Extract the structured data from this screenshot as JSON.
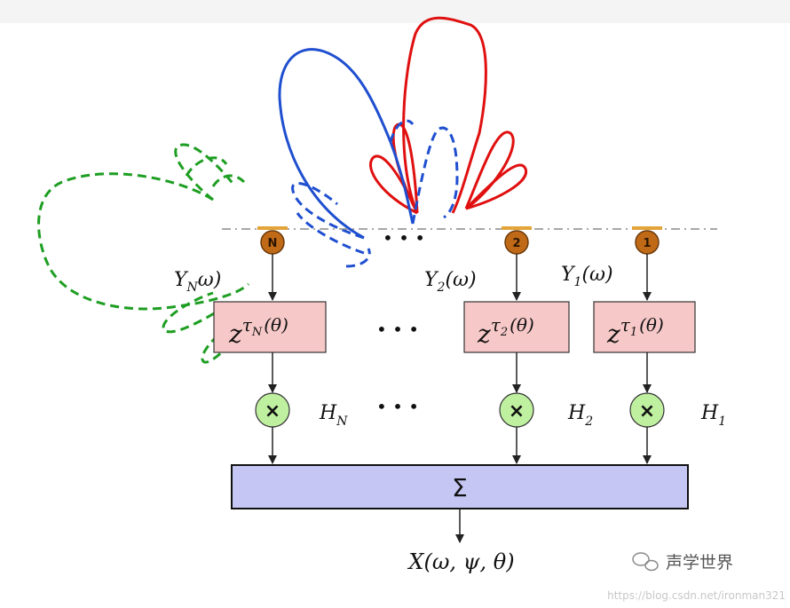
{
  "mics": {
    "n_label": "N",
    "two_label": "2",
    "one_label": "1"
  },
  "signals": {
    "yn_main": "Y",
    "yn_sub": "N",
    "yn_tail": "ω)",
    "y2_main": "Y",
    "y2_sub": "2",
    "y2_tail": "(ω)",
    "y1_main": "Y",
    "y1_sub": "1",
    "y1_tail": "(ω)"
  },
  "delays": {
    "base": "z",
    "tau": "τ",
    "n_sub": "N",
    "two_sub": "2",
    "one_sub": "1",
    "arg": "(θ)"
  },
  "weights": {
    "multiply_symbol": "×",
    "hn_main": "H",
    "hn_sub": "N",
    "h2_main": "H",
    "h2_sub": "2",
    "h1_main": "H",
    "h1_sub": "1"
  },
  "ellipsis": "• • •",
  "sum": {
    "symbol": "Σ"
  },
  "output": {
    "label": "X(ω, ψ, θ)"
  },
  "watermark": {
    "brand": "声学世界",
    "url": "https://blog.csdn.net/ironman321"
  },
  "colors": {
    "box_fill": "#f7c8c8",
    "sum_fill": "#c6c6f4",
    "mult_fill": "#bff0a0",
    "mic_fill": "#c06a18",
    "beam_red": "#e01010",
    "beam_blue": "#1f4fd0",
    "beam_green": "#1e9e22"
  }
}
